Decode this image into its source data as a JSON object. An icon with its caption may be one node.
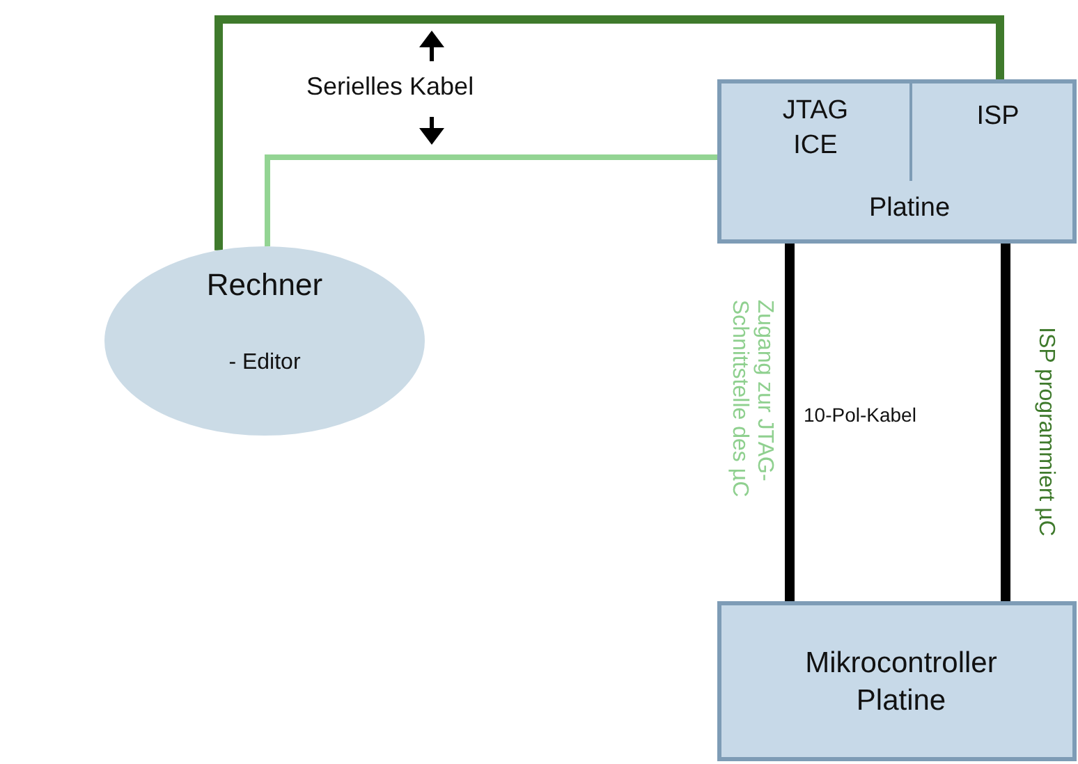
{
  "diagram": {
    "nodes": [
      {
        "text": [
          "Rechner",
          "- Editor"
        ]
      },
      {
        "text": [
          "Platine"
        ]
      },
      {
        "text": [
          "JTAG ICE"
        ],
        "in": 1
      },
      {
        "text": [
          "ISP"
        ],
        "in": 1
      },
      {
        "text": [
          "Mikrocontroller Platine"
        ]
      }
    ],
    "edges": [
      {
        "from": 0,
        "to": 3,
        "arrow": "none",
        "color": "#3f7a2c"
      },
      {
        "from": 0,
        "to": 2,
        "arrow": "none",
        "color": "#93d493"
      },
      {
        "from": 2,
        "to": 4,
        "arrow": "none"
      },
      {
        "from": 3,
        "to": 4,
        "arrow": "none"
      }
    ],
    "labels": [
      "Serielles Kabel",
      "Zugang zur JTAG- Schnittstelle des µC",
      "10-Pol-Kabel",
      "ISP programmiert µC"
    ]
  }
}
